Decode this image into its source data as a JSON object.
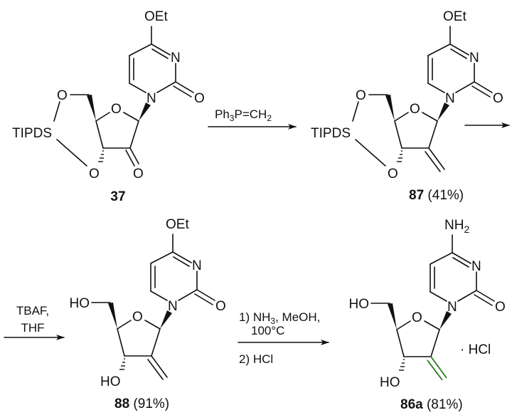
{
  "compounds": [
    {
      "id": "37",
      "yield": "",
      "substituent": "OEt",
      "ring_n3": "N",
      "ring_n1": "N",
      "c2_oxo": "O",
      "ring_o": "O",
      "c2p_oxo": "O",
      "o5": "O",
      "o3": "O",
      "silyl": "TIPDS"
    },
    {
      "id": "87",
      "yield": "(41%)",
      "substituent": "OEt",
      "ring_n3": "N",
      "ring_n1": "N",
      "c2_oxo": "O",
      "ring_o": "O",
      "o5": "O",
      "o3": "O",
      "silyl": "TIPDS"
    },
    {
      "id": "88",
      "yield": "(91%)",
      "substituent": "OEt",
      "ring_n3": "N",
      "ring_n1": "N",
      "c2_oxo": "O",
      "ring_o": "O",
      "o5": "HO",
      "o3": "HO"
    },
    {
      "id": "86a",
      "yield": "(81%)",
      "substituent": "NH",
      "substituent_sub": "2",
      "ring_n3": "N",
      "ring_n1": "N",
      "c2_oxo": "O",
      "ring_o": "O",
      "o5": "HO",
      "o3": "HO",
      "salt": "· HCl"
    }
  ],
  "reactions": [
    {
      "reagent_main": "Ph",
      "reagent_sub1": "3",
      "reagent_mid": "P=CH",
      "reagent_sub2": "2"
    },
    {
      "reagents": ""
    },
    {
      "line1": "TBAF,",
      "line2": "THF"
    },
    {
      "line1_a": "1) NH",
      "line1_sub": "3",
      "line1_b": ", MeOH,",
      "line2": "100°C",
      "line3": "2) HCl"
    }
  ],
  "colors": {
    "highlight_bond": "#2a7a1e",
    "ink": "#111111"
  }
}
